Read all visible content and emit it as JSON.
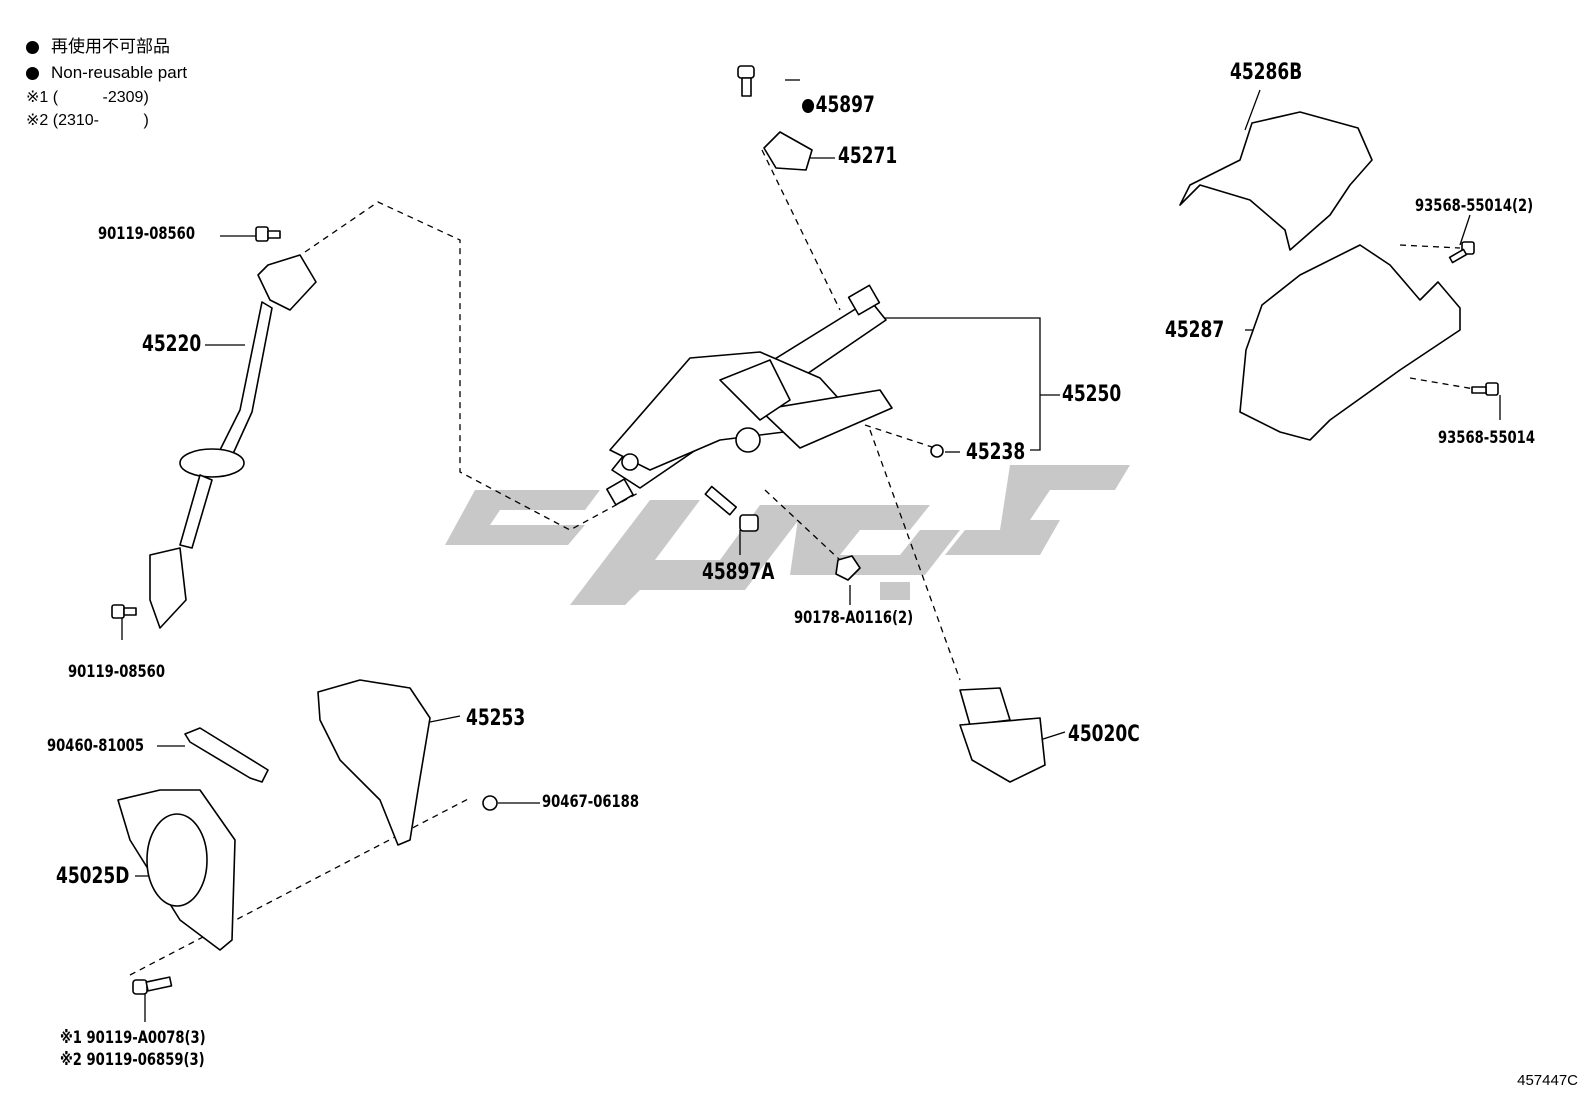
{
  "legend": {
    "jp": "再使用不可部品",
    "en": "Non-reusable part",
    "note1": "※1 (          -2309)",
    "note2": "※2 (2310-          )"
  },
  "labels": {
    "p45897": "45897",
    "p45271": "45271",
    "p45286b": "45286B",
    "p93568_2": "93568-55014(2)",
    "p45287": "45287",
    "p93568": "93568-55014",
    "p45250": "45250",
    "p45238": "45238",
    "p90119_top": "90119-08560",
    "p45220": "45220",
    "p90119_bot": "90119-08560",
    "p45897a": "45897A",
    "p90178": "90178-A0116(2)",
    "p45253": "45253",
    "p45020c": "45020C",
    "p90460": "90460-81005",
    "p90467": "90467-06188",
    "p45025d": "45025D",
    "p90119_a": "※1 90119-A0078(3)",
    "p90119_b": "※2 90119-06859(3)"
  },
  "diagram_code": "457447C",
  "colors": {
    "line": "#000000",
    "watermark": "#c4c4c4"
  }
}
